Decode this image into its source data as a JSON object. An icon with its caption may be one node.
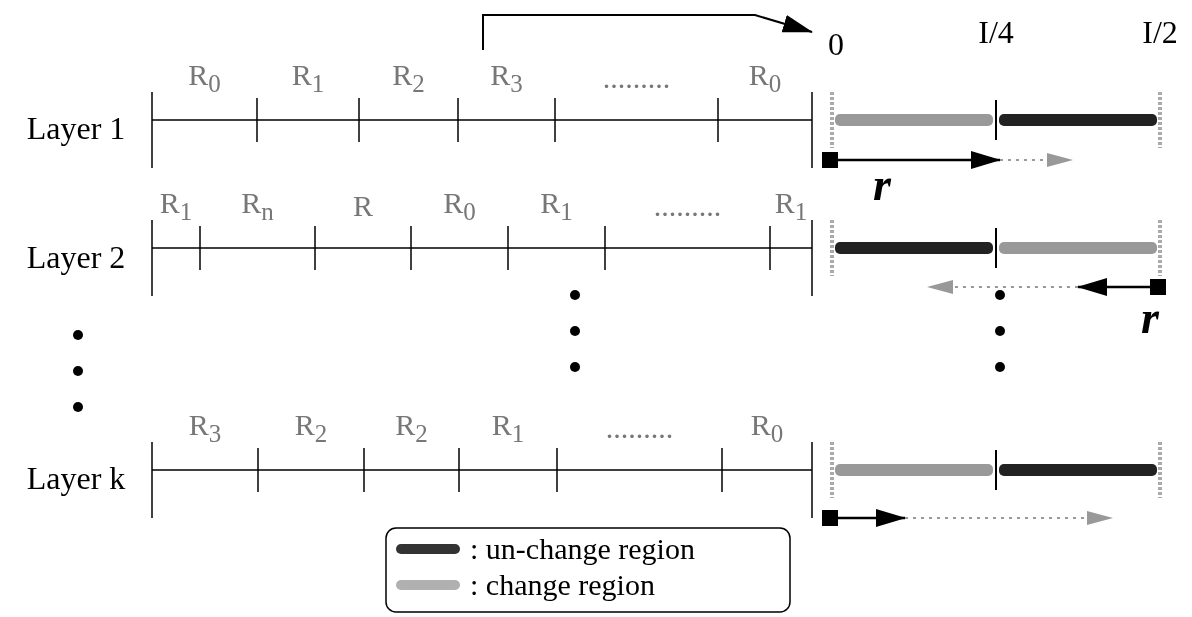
{
  "diagram": {
    "labels": [
      "0",
      "I/4",
      "I/2",
      "Layer 1",
      "R$_{0}$",
      "R$_{1}$",
      "R$_{2}$",
      "R$_{3}$",
      ".........",
      "R$_{0}$",
      "r",
      "Layer 2",
      "R$_{1}$",
      "R$_{n}$",
      "R",
      "R$_{0}$",
      "R$_{1}$",
      ".........",
      "R$_{1}$",
      "r",
      "Layer k",
      "R$_{3}$",
      "R$_{2}$",
      "R$_{2}$",
      "R$_{1}$",
      ".........",
      "R$_{0}$"
    ],
    "legend": [
      {
        "text": ": un-change region",
        "color": "#333333"
      },
      {
        "text": ": change region",
        "color": "#b0b0b0"
      }
    ]
  }
}
